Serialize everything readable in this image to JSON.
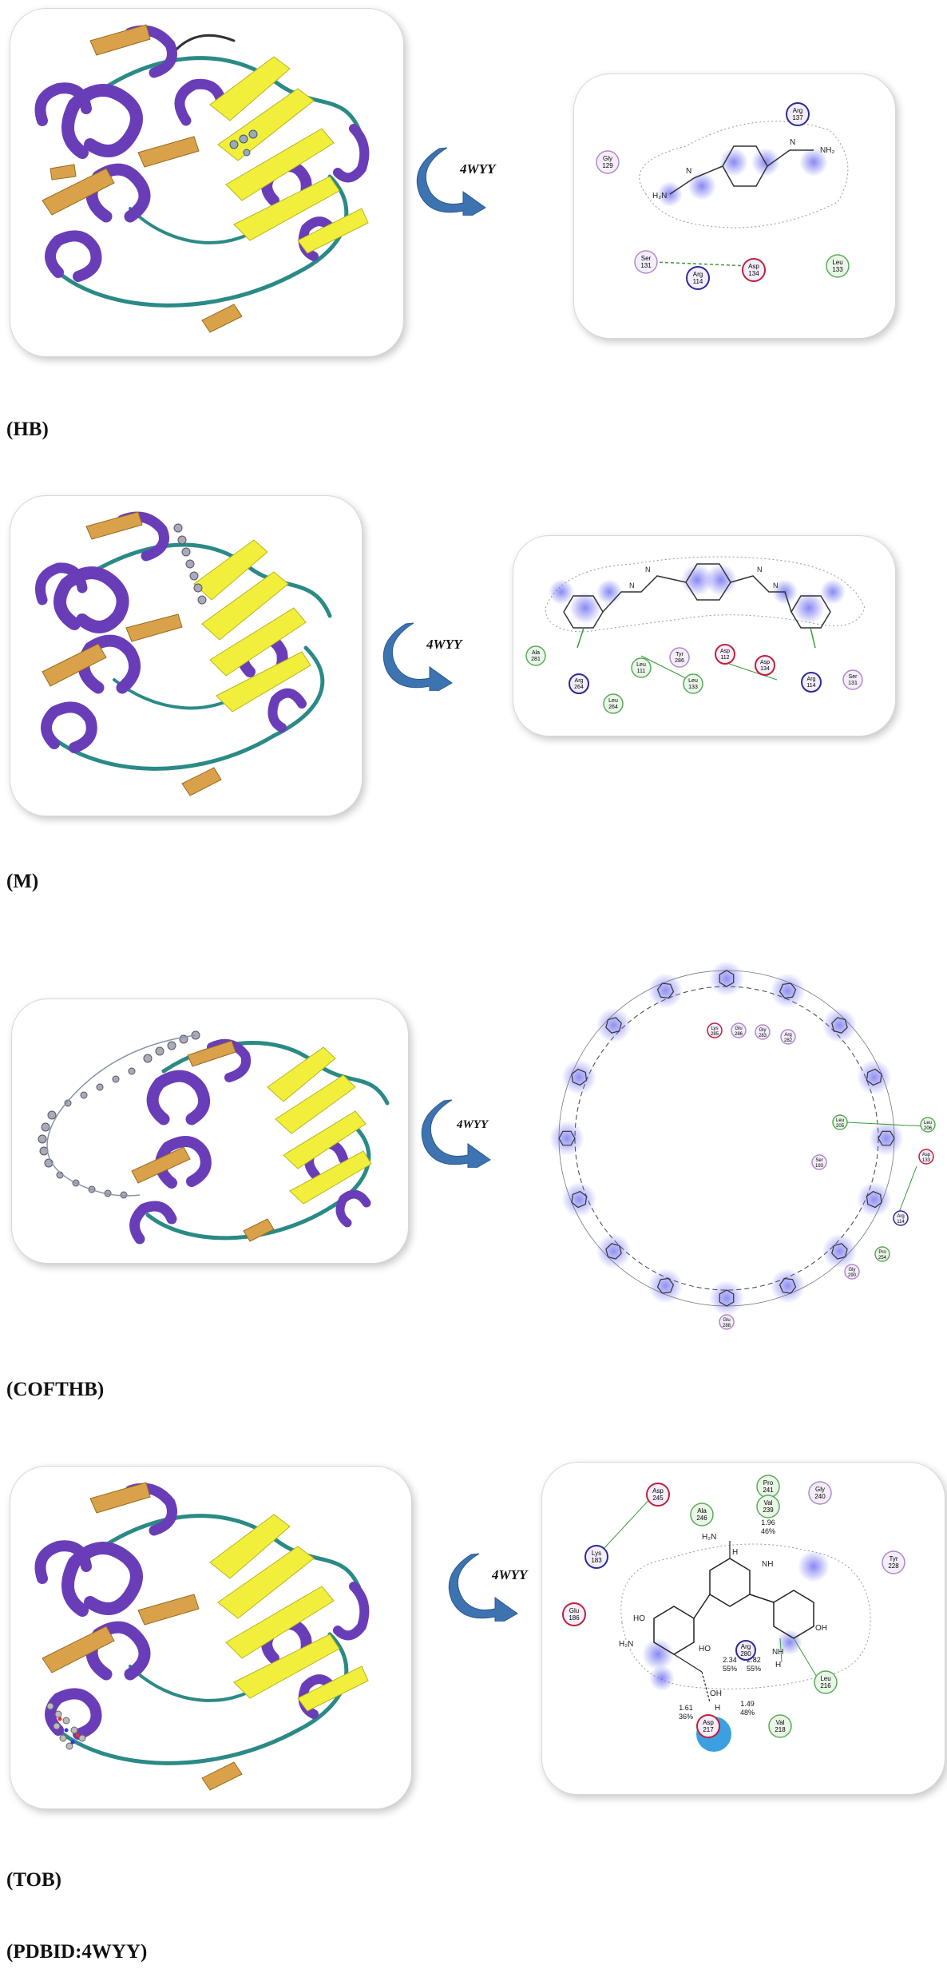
{
  "sections": [
    {
      "caption": "(HB)",
      "arrow_label": "4WYY",
      "residues": [
        {
          "name": "Arg",
          "num": "137",
          "kind": "charged"
        },
        {
          "name": "Gly",
          "num": "129",
          "kind": "polar"
        },
        {
          "name": "Ser",
          "num": "131",
          "kind": "polar"
        },
        {
          "name": "Arg",
          "num": "114",
          "kind": "charged"
        },
        {
          "name": "Asp",
          "num": "134",
          "kind": "acidic"
        },
        {
          "name": "Leu",
          "num": "133",
          "kind": "hydrophobic"
        }
      ],
      "ligand_labels": [
        "H₂N",
        "N",
        "N",
        "NH₂"
      ]
    },
    {
      "caption": "(M)",
      "arrow_label": "4WYY",
      "residues": [
        {
          "name": "Ala",
          "num": "281",
          "kind": "hydrophobic"
        },
        {
          "name": "Arg",
          "num": "264",
          "kind": "charged"
        },
        {
          "name": "Leu",
          "num": "111",
          "kind": "hydrophobic"
        },
        {
          "name": "Leu",
          "num": "264",
          "kind": "hydrophobic"
        },
        {
          "name": "Tyr",
          "num": "286",
          "kind": "polar"
        },
        {
          "name": "Asp",
          "num": "112",
          "kind": "acidic"
        },
        {
          "name": "Leu",
          "num": "133",
          "kind": "hydrophobic"
        },
        {
          "name": "Asp",
          "num": "134",
          "kind": "acidic"
        },
        {
          "name": "Arg",
          "num": "114",
          "kind": "charged"
        },
        {
          "name": "Ser",
          "num": "131",
          "kind": "polar"
        }
      ],
      "ligand_labels": [
        "N",
        "N",
        "N",
        "N"
      ]
    },
    {
      "caption": "(COFTHB)",
      "arrow_label": "4WYY",
      "residues": [
        {
          "name": "Lys",
          "num": "285",
          "kind": "charged"
        },
        {
          "name": "Glu",
          "num": "286",
          "kind": "polar"
        },
        {
          "name": "Gly",
          "num": "283",
          "kind": "polar"
        },
        {
          "name": "Arg",
          "num": "282",
          "kind": "polar"
        },
        {
          "name": "Leu",
          "num": "205",
          "kind": "hydrophobic"
        },
        {
          "name": "Leu",
          "num": "206",
          "kind": "hydrophobic"
        },
        {
          "name": "Ser",
          "num": "193",
          "kind": "polar"
        },
        {
          "name": "Asp",
          "num": "133",
          "kind": "acidic"
        },
        {
          "name": "Arg",
          "num": "114",
          "kind": "charged"
        },
        {
          "name": "Pro",
          "num": "254",
          "kind": "hydrophobic"
        },
        {
          "name": "Gly",
          "num": "290",
          "kind": "polar"
        },
        {
          "name": "Glu",
          "num": "288",
          "kind": "polar"
        }
      ],
      "ligand_labels": []
    },
    {
      "caption": "(TOB)",
      "arrow_label": "4WYY",
      "residues": [
        {
          "name": "Asp",
          "num": "245",
          "kind": "acidic"
        },
        {
          "name": "Ala",
          "num": "246",
          "kind": "hydrophobic"
        },
        {
          "name": "Pro",
          "num": "241",
          "kind": "hydrophobic"
        },
        {
          "name": "Gly",
          "num": "240",
          "kind": "polar"
        },
        {
          "name": "Lys",
          "num": "183",
          "kind": "charged"
        },
        {
          "name": "Val",
          "num": "239",
          "kind": "hydrophobic"
        },
        {
          "name": "Tyr",
          "num": "228",
          "kind": "polar"
        },
        {
          "name": "Glu",
          "num": "186",
          "kind": "acidic"
        },
        {
          "name": "Arg",
          "num": "280",
          "kind": "charged"
        },
        {
          "name": "Leu",
          "num": "216",
          "kind": "hydrophobic"
        },
        {
          "name": "Asp",
          "num": "217",
          "kind": "acidic"
        },
        {
          "name": "Val",
          "num": "218",
          "kind": "hydrophobic"
        }
      ],
      "ligand_labels": [
        "H₂N",
        "HO",
        "H₂N",
        "HO",
        "NH",
        "NH",
        "OH",
        "OH",
        "H",
        "H",
        "H"
      ],
      "distances": [
        {
          "value": "1.96",
          "pct": "46%"
        },
        {
          "value": "2.34",
          "pct": "55%"
        },
        {
          "value": "2.82",
          "pct": "55%"
        },
        {
          "value": "1.61",
          "pct": "36%"
        },
        {
          "value": "1.49",
          "pct": "48%"
        }
      ]
    }
  ],
  "footer_caption": "(PDBID:4WYY)",
  "colors": {
    "helix": "#6a3db8",
    "sheet_yellow": "#f2ef3c",
    "sheet_orange": "#d9a24a",
    "coil_teal": "#2a8a86",
    "acidic": "#c0203a",
    "charged": "#2a2a9a",
    "polar": "#b08ac8",
    "hydrophobic": "#5aaa5a",
    "ligand_glow": "#5555ee",
    "arrow": "#3d73b0"
  }
}
